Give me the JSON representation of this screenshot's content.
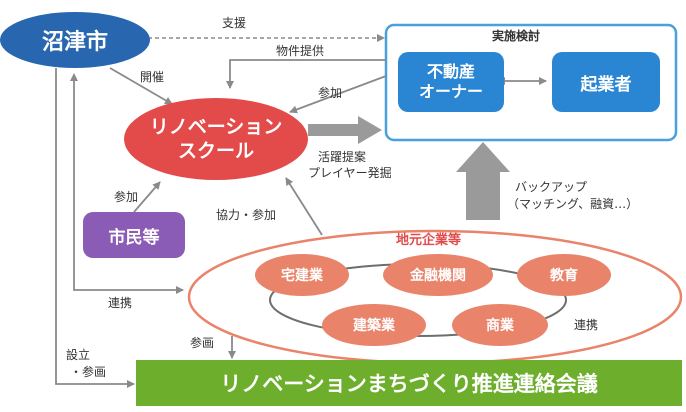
{
  "nodes": {
    "city": "沼津市",
    "school": [
      "リノベーション",
      "スクール"
    ],
    "citizens": "市民等",
    "owner": [
      "不動産",
      "オーナー"
    ],
    "entrepreneur": "起業者",
    "council": "リノベーションまちづくり推進連絡会議",
    "local_firms_title": "地元企業等",
    "implementation_title": "実施検討"
  },
  "companies": [
    "宅建業",
    "金融機関",
    "教育",
    "建築業",
    "商業"
  ],
  "labels": {
    "support": "支援",
    "property": "物件提供",
    "host": "開催",
    "participate_owner": "参加",
    "active_players": [
      "活躍提案",
      "プレイヤー発掘"
    ],
    "backup": [
      "バックアップ",
      "（マッチング、融資…）"
    ],
    "participate_citizens": "参加",
    "cooperate": "協力・参加",
    "link_city": "連携",
    "join": "参画",
    "establish": [
      "設立",
      "・参画"
    ],
    "link_firms": "連携"
  },
  "colors": {
    "navy": "#2866b0",
    "blue": "#2a86d3",
    "red": "#e34a4a",
    "purple": "#8b5cb5",
    "green": "#6dae2d",
    "salmon": "#e9836a",
    "arrow_gray": "#9a9a9a"
  }
}
